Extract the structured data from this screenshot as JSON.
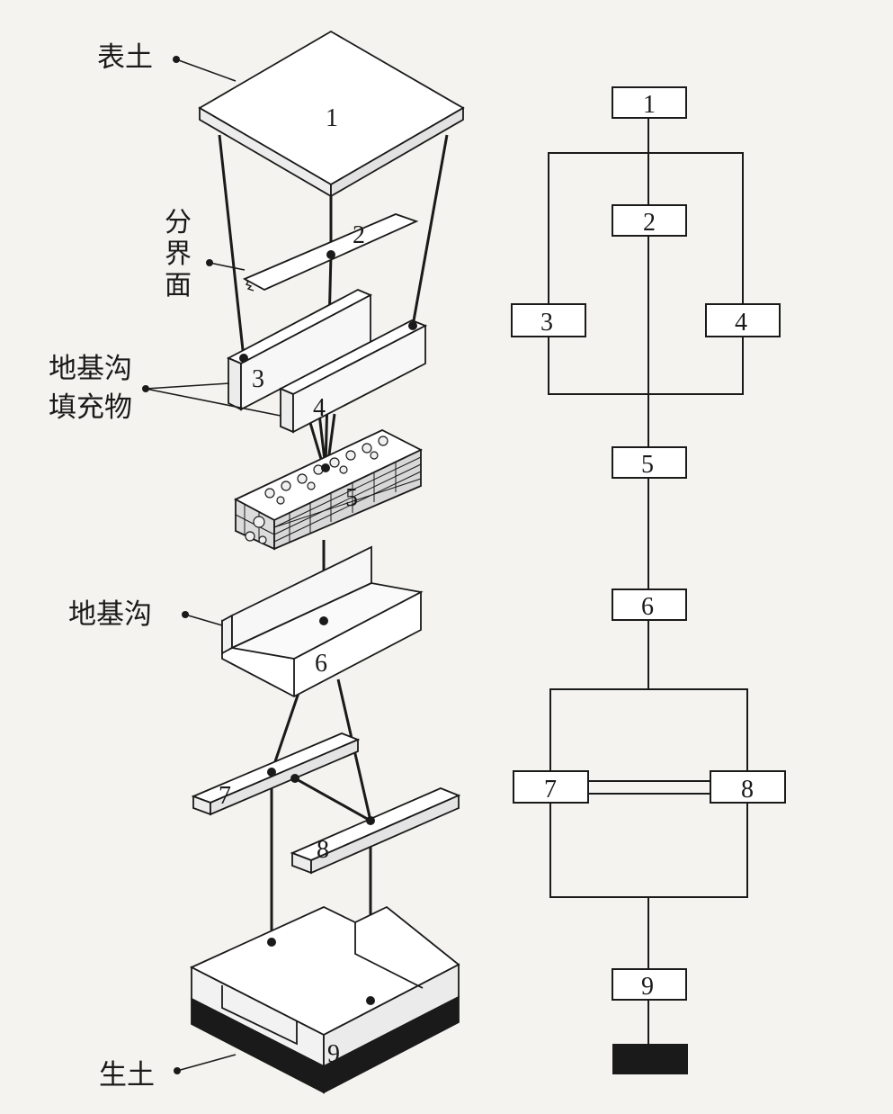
{
  "left": {
    "labels": {
      "topsoil": "表土",
      "interface_1": "分",
      "interface_2": "界",
      "interface_3": "面",
      "fill_1": "地基沟",
      "fill_2": "填充物",
      "trench": "地基沟",
      "natural_soil": "生土"
    },
    "units": {
      "u1": "1",
      "u2": "2",
      "u3": "3",
      "u4": "4",
      "u5": "5",
      "u6": "6",
      "u7": "7",
      "u8": "8",
      "u9": "9"
    }
  },
  "matrix": {
    "nodes": {
      "n1": "1",
      "n2": "2",
      "n3": "3",
      "n4": "4",
      "n5": "5",
      "n6": "6",
      "n7": "7",
      "n8": "8",
      "n9": "9"
    },
    "terminal_color": "#1a1a1a"
  },
  "colors": {
    "ink": "#1a1a1a",
    "paper": "#f4f3ef",
    "block_top": "#ffffff",
    "block_side": "#eaeaea",
    "brick": "#d8d8d8"
  }
}
